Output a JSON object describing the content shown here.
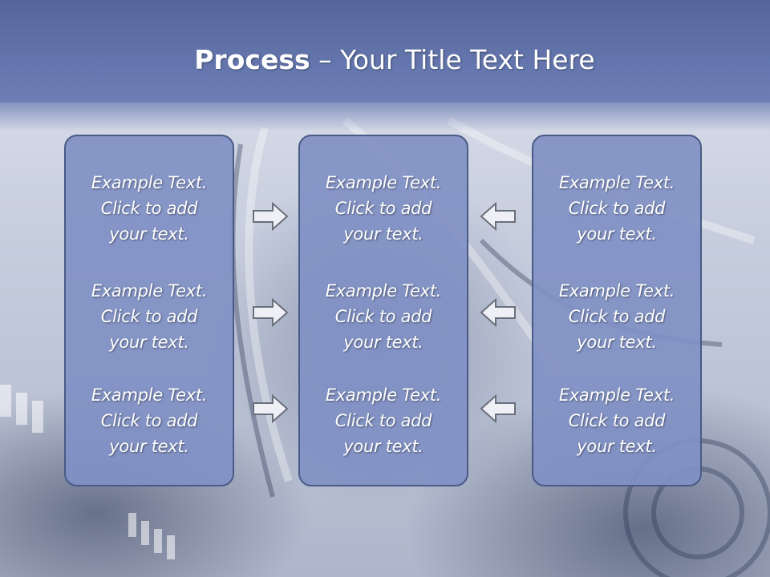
{
  "slide": {
    "title_bold": "Process",
    "title_rest": " – Your Title Text Here"
  },
  "columns": [
    {
      "items": [
        {
          "line1": "Example Text.",
          "line2": "Click  to add",
          "line3": "your text."
        },
        {
          "line1": "Example Text.",
          "line2": "Click  to add",
          "line3": "your text."
        },
        {
          "line1": "Example Text.",
          "line2": "Click  to add",
          "line3": "your text."
        }
      ]
    },
    {
      "items": [
        {
          "line1": "Example Text.",
          "line2": "Click  to add",
          "line3": "your text."
        },
        {
          "line1": "Example Text.",
          "line2": "Click  to add",
          "line3": "your text."
        },
        {
          "line1": "Example Text.",
          "line2": "Click  to add",
          "line3": "your text."
        }
      ]
    },
    {
      "items": [
        {
          "line1": "Example Text.",
          "line2": "Click  to add",
          "line3": "your text."
        },
        {
          "line1": "Example Text.",
          "line2": "Click  to add",
          "line3": "your text."
        },
        {
          "line1": "Example Text.",
          "line2": "Click  to add",
          "line3": "your text."
        }
      ]
    }
  ],
  "arrows": {
    "left_group": "right-arrow-icon",
    "right_group": "left-arrow-icon"
  },
  "colors": {
    "title_bar": "#6375ac",
    "box_fill": "#8090c4",
    "box_border": "#4a5a86",
    "arrow_fill": "#eef0f5",
    "arrow_stroke": "#6a6f7c"
  }
}
